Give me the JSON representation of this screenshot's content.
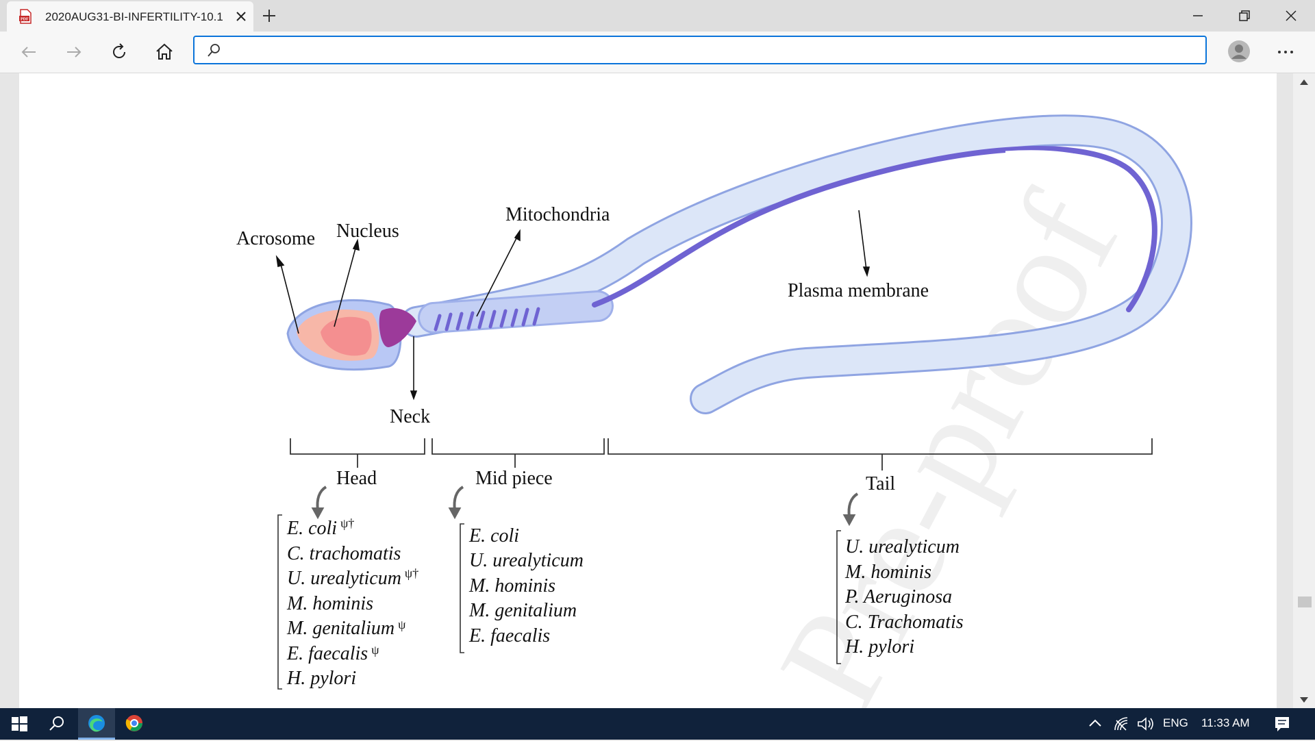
{
  "browser": {
    "tab_title": "2020AUG31-BI-INFERTILITY-10.1",
    "address_value": "",
    "accent": "#0a74da"
  },
  "diagram": {
    "labels": {
      "acrosome": "Acrosome",
      "nucleus": "Nucleus",
      "mitochondria": "Mitochondria",
      "plasma_membrane": "Plasma membrane",
      "neck": "Neck"
    },
    "sections": [
      {
        "name": "Head",
        "organisms": [
          {
            "name": "E. coli",
            "mark": "ψ†"
          },
          {
            "name": "C. trachomatis",
            "mark": ""
          },
          {
            "name": "U. urealyticum",
            "mark": "ψ†"
          },
          {
            "name": "M. hominis",
            "mark": ""
          },
          {
            "name": "M. genitalium",
            "mark": "ψ"
          },
          {
            "name": "E. faecalis",
            "mark": "ψ"
          },
          {
            "name": "H. pylori",
            "mark": ""
          }
        ]
      },
      {
        "name": "Mid piece",
        "organisms": [
          {
            "name": "E. coli",
            "mark": ""
          },
          {
            "name": "U. urealyticum",
            "mark": ""
          },
          {
            "name": "M. hominis",
            "mark": ""
          },
          {
            "name": "M. genitalium",
            "mark": ""
          },
          {
            "name": "E. faecalis",
            "mark": ""
          }
        ]
      },
      {
        "name": "Tail",
        "organisms": [
          {
            "name": "U. urealyticum",
            "mark": ""
          },
          {
            "name": "M. hominis",
            "mark": ""
          },
          {
            "name": "P. Aeruginosa",
            "mark": ""
          },
          {
            "name": "C. Trachomatis",
            "mark": ""
          },
          {
            "name": "H. pylori",
            "mark": ""
          }
        ]
      }
    ],
    "watermark": "Pre-proof",
    "colors": {
      "outer_membrane": "#dce6f8",
      "membrane_edge": "#8fa4e2",
      "inner_band": "#6f63d2",
      "head_core": "#f48f90",
      "neck": "#9c3a9a"
    }
  },
  "taskbar": {
    "language": "ENG",
    "time": "11:33 AM"
  }
}
